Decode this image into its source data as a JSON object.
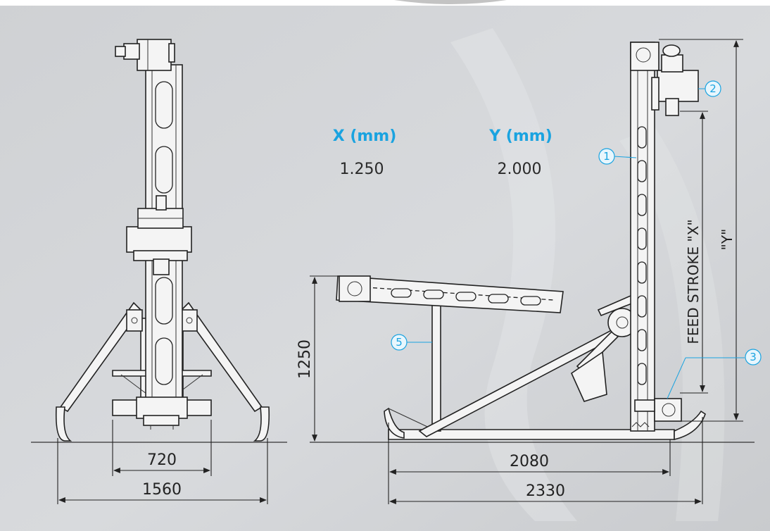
{
  "table": {
    "x_header": "X (mm)",
    "y_header": "Y (mm)",
    "x_value": "1.250",
    "y_value": "2.000"
  },
  "dimensions": {
    "front_inner": "720",
    "front_outer": "1560",
    "side_inner": "2080",
    "side_outer": "2330",
    "pivot_height": "1250",
    "feed_stroke": "FEED STROKE \"X\"",
    "total_height": "\"Y\""
  },
  "callouts": [
    "1",
    "2",
    "3",
    "5"
  ],
  "colors": {
    "accent": "#1aa3e0",
    "background": "#d4d6d9",
    "line": "#222222"
  }
}
